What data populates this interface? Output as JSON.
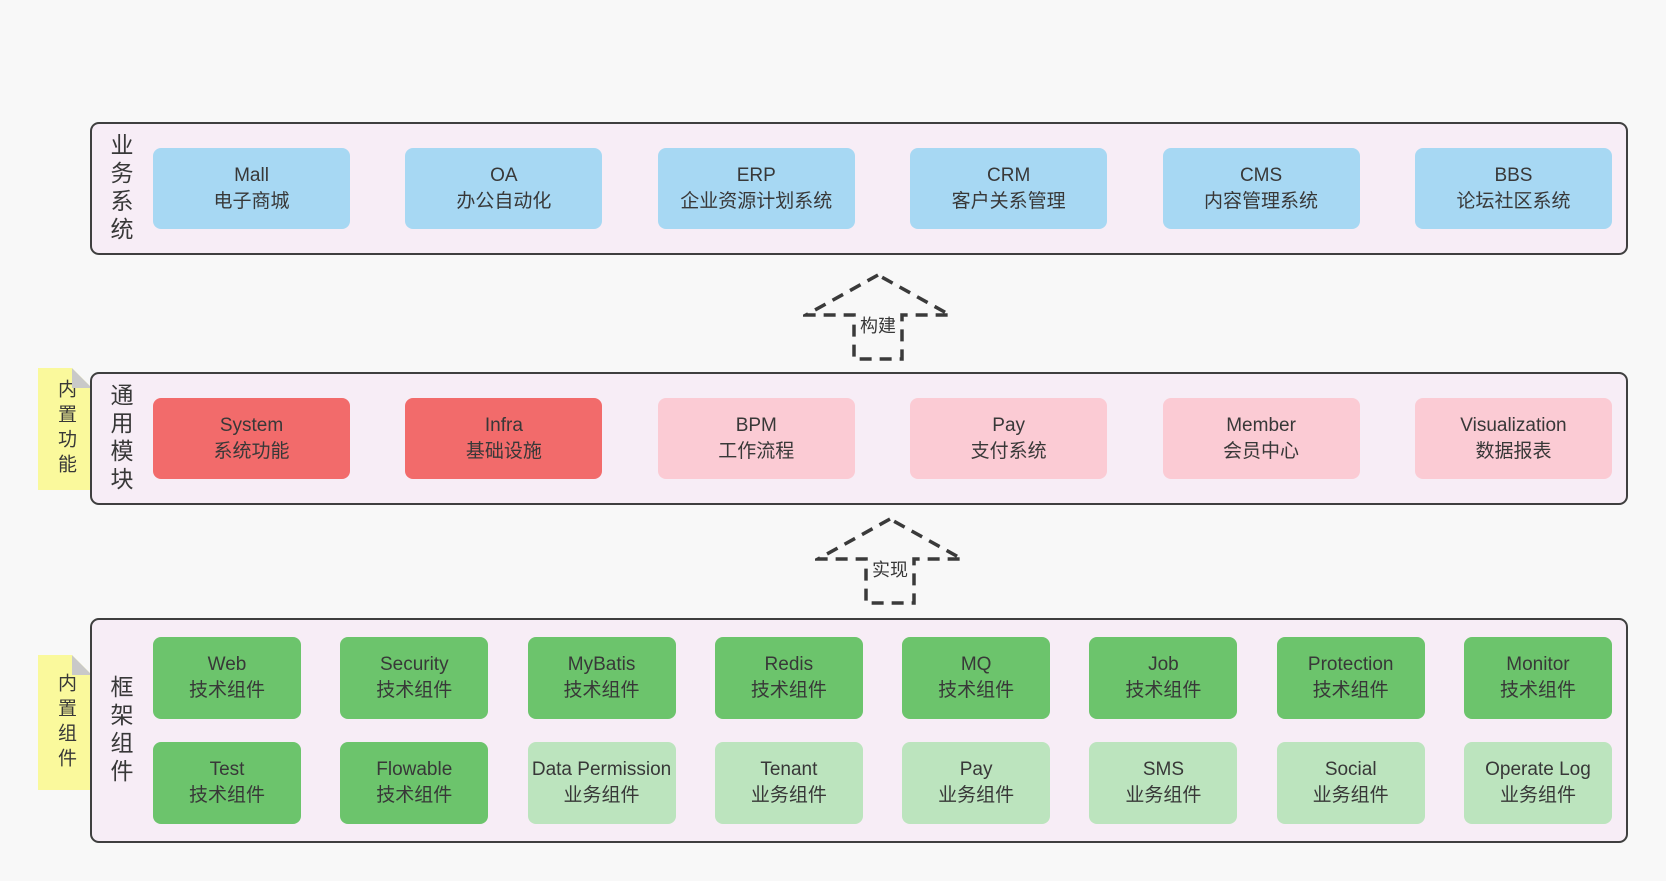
{
  "palette": {
    "pageBg": "#F8F8F8",
    "bandBg": "#F7EDF6",
    "bandBorder": "#3F3F3F",
    "text": "#383838",
    "arrow": "#3A3A3A",
    "sticky": "#FAF99C",
    "stickyFold": "#C9C9C9",
    "blue": "#A7D8F3",
    "red": "#F26B6B",
    "pink": "#FBCBD4",
    "green": "#6CC46C",
    "greenLight": "#BCE4BE"
  },
  "arrows": [
    {
      "label": "构建"
    },
    {
      "label": "实现"
    }
  ],
  "stickies": [
    {
      "label": "内置功能"
    },
    {
      "label": "内置组件"
    }
  ],
  "bands": [
    {
      "label": "业务系统",
      "rows": [
        [
          {
            "name": "Mall",
            "subtitle": "电子商城",
            "variant": "blue"
          },
          {
            "name": "OA",
            "subtitle": "办公自动化",
            "variant": "blue"
          },
          {
            "name": "ERP",
            "subtitle": "企业资源计划系统",
            "variant": "blue"
          },
          {
            "name": "CRM",
            "subtitle": "客户关系管理",
            "variant": "blue"
          },
          {
            "name": "CMS",
            "subtitle": "内容管理系统",
            "variant": "blue"
          },
          {
            "name": "BBS",
            "subtitle": "论坛社区系统",
            "variant": "blue"
          }
        ]
      ]
    },
    {
      "label": "通用模块",
      "rows": [
        [
          {
            "name": "System",
            "subtitle": "系统功能",
            "variant": "red"
          },
          {
            "name": "Infra",
            "subtitle": "基础设施",
            "variant": "red"
          },
          {
            "name": "BPM",
            "subtitle": "工作流程",
            "variant": "pink"
          },
          {
            "name": "Pay",
            "subtitle": "支付系统",
            "variant": "pink"
          },
          {
            "name": "Member",
            "subtitle": "会员中心",
            "variant": "pink"
          },
          {
            "name": "Visualization",
            "subtitle": "数据报表",
            "variant": "pink"
          }
        ]
      ]
    },
    {
      "label": "框架组件",
      "rows": [
        [
          {
            "name": "Web",
            "subtitle": "技术组件",
            "variant": "green"
          },
          {
            "name": "Security",
            "subtitle": "技术组件",
            "variant": "green"
          },
          {
            "name": "MyBatis",
            "subtitle": "技术组件",
            "variant": "green"
          },
          {
            "name": "Redis",
            "subtitle": "技术组件",
            "variant": "green"
          },
          {
            "name": "MQ",
            "subtitle": "技术组件",
            "variant": "green"
          },
          {
            "name": "Job",
            "subtitle": "技术组件",
            "variant": "green"
          },
          {
            "name": "Protection",
            "subtitle": "技术组件",
            "variant": "green"
          },
          {
            "name": "Monitor",
            "subtitle": "技术组件",
            "variant": "green"
          }
        ],
        [
          {
            "name": "Test",
            "subtitle": "技术组件",
            "variant": "green"
          },
          {
            "name": "Flowable",
            "subtitle": "技术组件",
            "variant": "green"
          },
          {
            "name": "Data Permission",
            "subtitle": "业务组件",
            "variant": "greenLight"
          },
          {
            "name": "Tenant",
            "subtitle": "业务组件",
            "variant": "greenLight"
          },
          {
            "name": "Pay",
            "subtitle": "业务组件",
            "variant": "greenLight"
          },
          {
            "name": "SMS",
            "subtitle": "业务组件",
            "variant": "greenLight"
          },
          {
            "name": "Social",
            "subtitle": "业务组件",
            "variant": "greenLight"
          },
          {
            "name": "Operate Log",
            "subtitle": "业务组件",
            "variant": "greenLight"
          }
        ]
      ]
    }
  ]
}
